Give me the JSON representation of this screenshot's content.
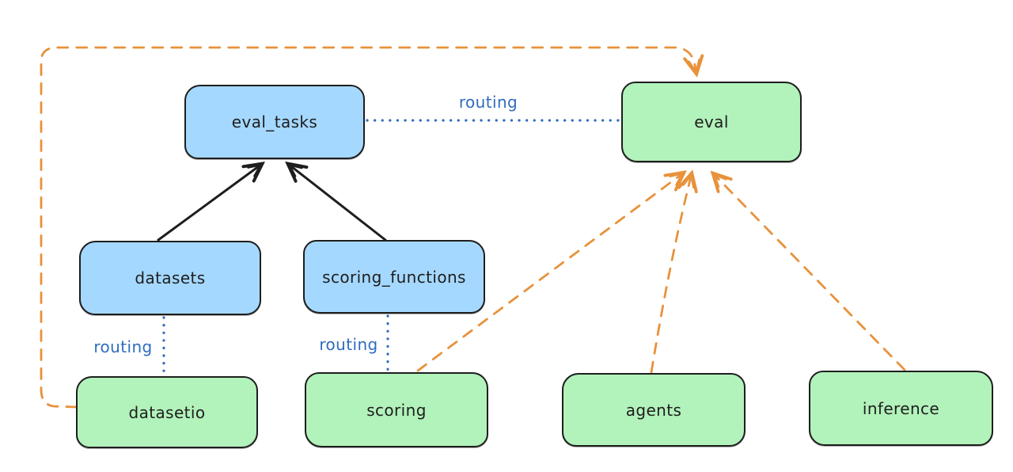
{
  "diagram": {
    "background": "#ffffff",
    "colors": {
      "node_border": "#1e1e1e",
      "api_node_fill": "#a5d8ff",
      "provider_node_fill": "#b2f2bb",
      "node_text": "#1e1e1e",
      "routing_blue": "#2f6cbf",
      "dependency_black": "#1e1e1e",
      "provider_orange": "#e8923c"
    },
    "nodes": [
      {
        "id": "eval_tasks",
        "label": "eval_tasks",
        "fill": "#a5d8ff"
      },
      {
        "id": "eval",
        "label": "eval",
        "fill": "#b2f2bb"
      },
      {
        "id": "datasets",
        "label": "datasets",
        "fill": "#a5d8ff"
      },
      {
        "id": "scoring_functions",
        "label": "scoring_functions",
        "fill": "#a5d8ff"
      },
      {
        "id": "datasetio",
        "label": "datasetio",
        "fill": "#b2f2bb"
      },
      {
        "id": "scoring",
        "label": "scoring",
        "fill": "#b2f2bb"
      },
      {
        "id": "agents",
        "label": "agents",
        "fill": "#b2f2bb"
      },
      {
        "id": "inference",
        "label": "inference",
        "fill": "#b2f2bb"
      }
    ],
    "edge_labels": [
      {
        "id": "routing-eval-tasks-eval",
        "text": "routing"
      },
      {
        "id": "routing-datasets-datasetio",
        "text": "routing"
      },
      {
        "id": "routing-scoring-functions-scoring",
        "text": "routing"
      }
    ],
    "edges": [
      {
        "from": "datasets",
        "to": "eval_tasks",
        "style": "solid",
        "arrow": true,
        "color": "#1e1e1e"
      },
      {
        "from": "scoring_functions",
        "to": "eval_tasks",
        "style": "solid",
        "arrow": true,
        "color": "#1e1e1e"
      },
      {
        "from": "eval_tasks",
        "to": "eval",
        "style": "dotted",
        "arrow": false,
        "color": "#2f6cbf",
        "label": "routing"
      },
      {
        "from": "datasets",
        "to": "datasetio",
        "style": "dotted",
        "arrow": false,
        "color": "#2f6cbf",
        "label": "routing"
      },
      {
        "from": "scoring_functions",
        "to": "scoring",
        "style": "dotted",
        "arrow": false,
        "color": "#2f6cbf",
        "label": "routing"
      },
      {
        "from": "scoring",
        "to": "eval",
        "style": "dashed",
        "arrow": true,
        "color": "#e8923c"
      },
      {
        "from": "agents",
        "to": "eval",
        "style": "dashed",
        "arrow": true,
        "color": "#e8923c"
      },
      {
        "from": "inference",
        "to": "eval",
        "style": "dashed",
        "arrow": true,
        "color": "#e8923c"
      },
      {
        "from": "datasetio",
        "to": "eval",
        "style": "dashed",
        "arrow": true,
        "color": "#e8923c",
        "route": "around-left-and-top"
      }
    ]
  }
}
